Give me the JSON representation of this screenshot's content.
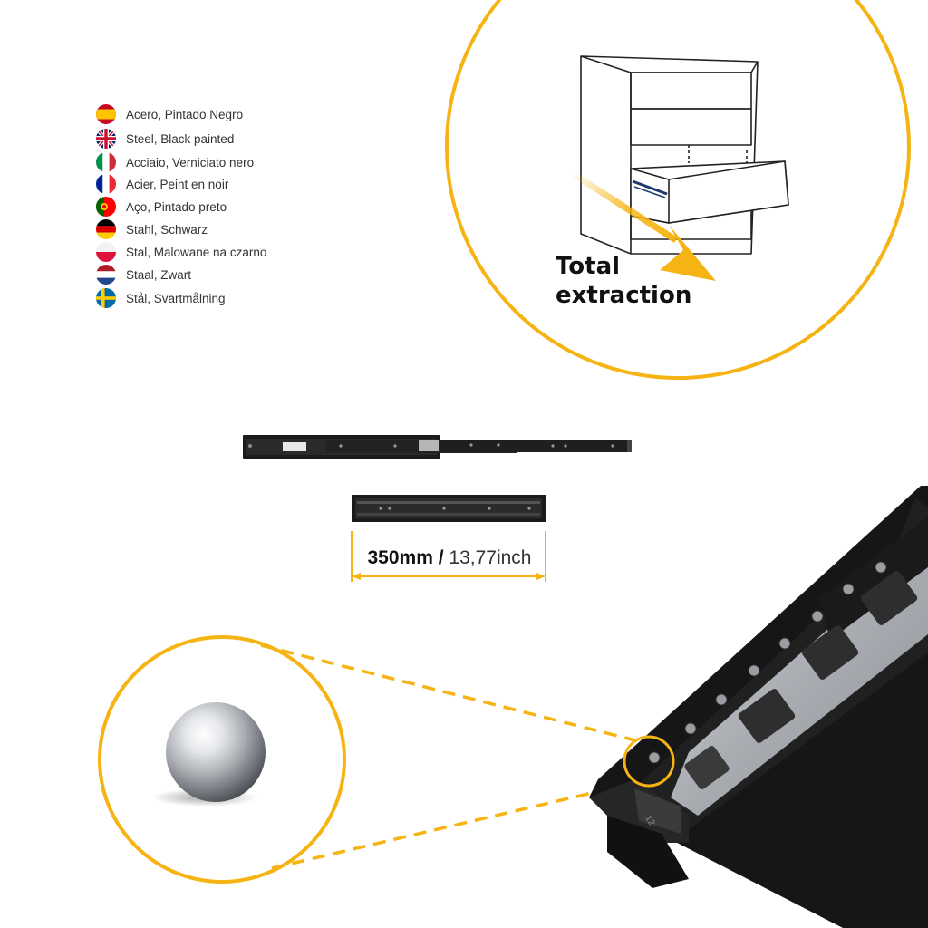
{
  "materials": [
    {
      "flag": "spain-flag-icon",
      "label": "Acero, Pintado Negro"
    },
    {
      "flag": "uk-flag-icon",
      "label": "Steel, Black painted"
    },
    {
      "flag": "italy-flag-icon",
      "label": "Acciaio, Verniciato nero"
    },
    {
      "flag": "france-flag-icon",
      "label": "Acier, Peint en noir"
    },
    {
      "flag": "portugal-flag-icon",
      "label": "Aço, Pintado preto"
    },
    {
      "flag": "germany-flag-icon",
      "label": "Stahl, Schwarz"
    },
    {
      "flag": "poland-flag-icon",
      "label": "Stal, Malowane na czarno"
    },
    {
      "flag": "netherlands-flag-icon",
      "label": "Staal, Zwart"
    },
    {
      "flag": "sweden-flag-icon",
      "label": "Stål, Svartmålning"
    }
  ],
  "extraction": {
    "line1": "Total",
    "line2": "extraction"
  },
  "dimension": {
    "metric": "350mm",
    "separator": " / ",
    "imperial": "13,77inch"
  },
  "slide_marking": "12",
  "colors": {
    "accent": "#f5b414",
    "rail": "#1b1b1b",
    "steel": "#b9bcc0"
  }
}
